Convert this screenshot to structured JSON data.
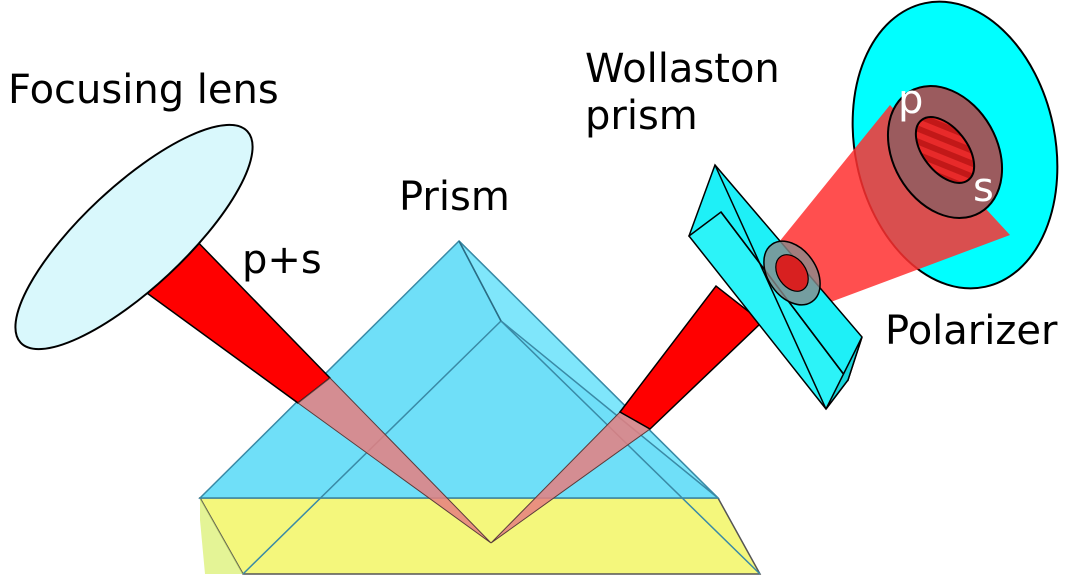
{
  "labels": {
    "focusing_lens": "Focusing lens",
    "p_plus_s": "p+s",
    "prism": "Prism",
    "wollaston_line1": "Wollaston",
    "wollaston_line2": "prism",
    "polarizer": "Polarizer",
    "p": "p",
    "s": "s"
  },
  "colors": {
    "beam": "#ff0000",
    "beam_through_glass": "#e98080",
    "prism_glass": "#5fdcf7",
    "prism_base": "#f6f97e",
    "lens": "#d9f8fc",
    "wollaston": "#1ef0f7",
    "polarizer": "#00ffff",
    "polarizer_inner": "#9b5b5e",
    "stroke": "#000000"
  }
}
